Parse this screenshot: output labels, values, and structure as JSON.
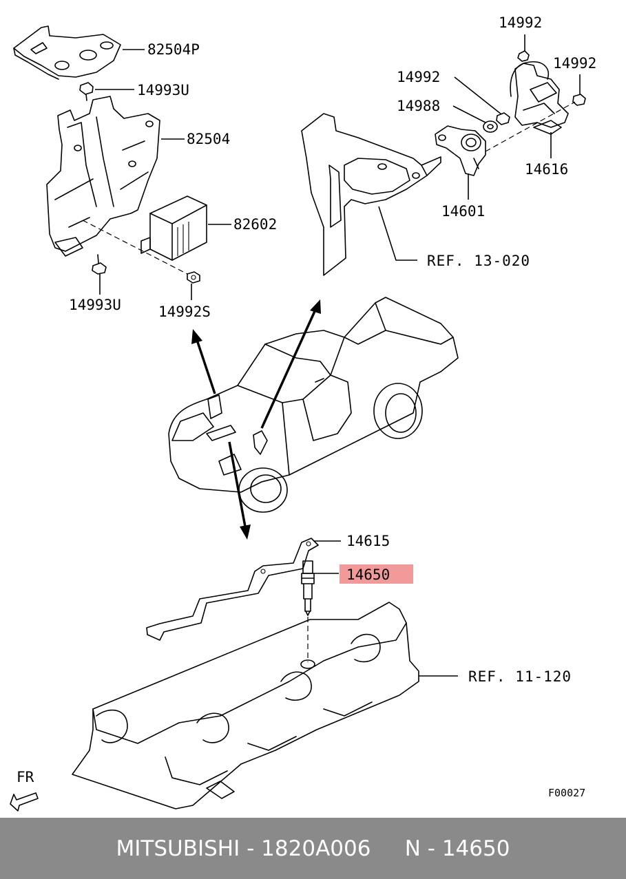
{
  "labels": {
    "p82504P": "82504P",
    "p14993U_top": "14993U",
    "p82504": "82504",
    "p82602": "82602",
    "p14993U_bottom": "14993U",
    "p14992S": "14992S",
    "p14992_top": "14992",
    "p14992_left": "14992",
    "p14992_right": "14992",
    "p14988": "14988",
    "p14616": "14616",
    "p14601": "14601",
    "ref13": "REF. 13-020",
    "p14615": "14615",
    "p14650": "14650",
    "ref11": "REF. 11-120",
    "fr": "FR",
    "figure_code": "F00027"
  },
  "highlight_color": "#f29a9a",
  "footer": {
    "brand": "MITSUBISHI",
    "separator": " - ",
    "part_number": "1820A006",
    "gap": "     ",
    "ref_prefix": "N - ",
    "ref_number": "14650"
  }
}
